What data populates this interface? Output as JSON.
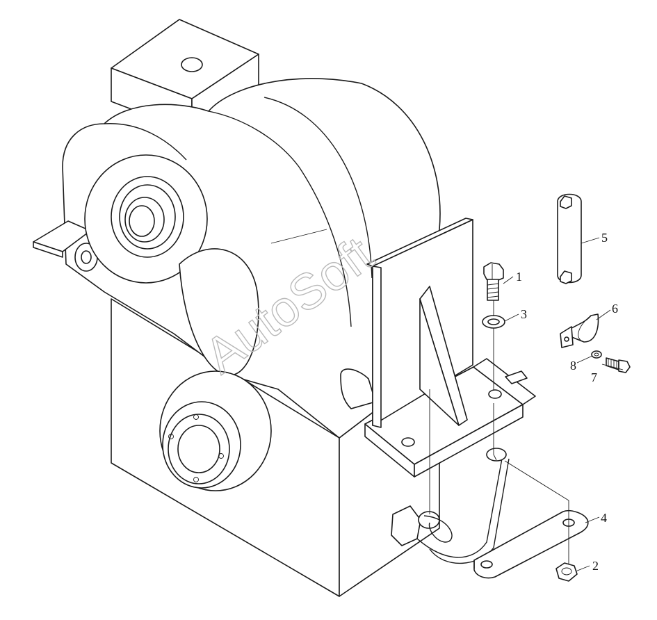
{
  "watermark": "AutoSoft",
  "callouts": {
    "c1": "1",
    "c2": "2",
    "c3": "3",
    "c4": "4",
    "c5": "5",
    "c6": "6",
    "c7": "7",
    "c8": "8"
  },
  "colors": {
    "line": "#1a1a1a",
    "paper": "#ffffff",
    "watermark": "#b9b9b9"
  }
}
